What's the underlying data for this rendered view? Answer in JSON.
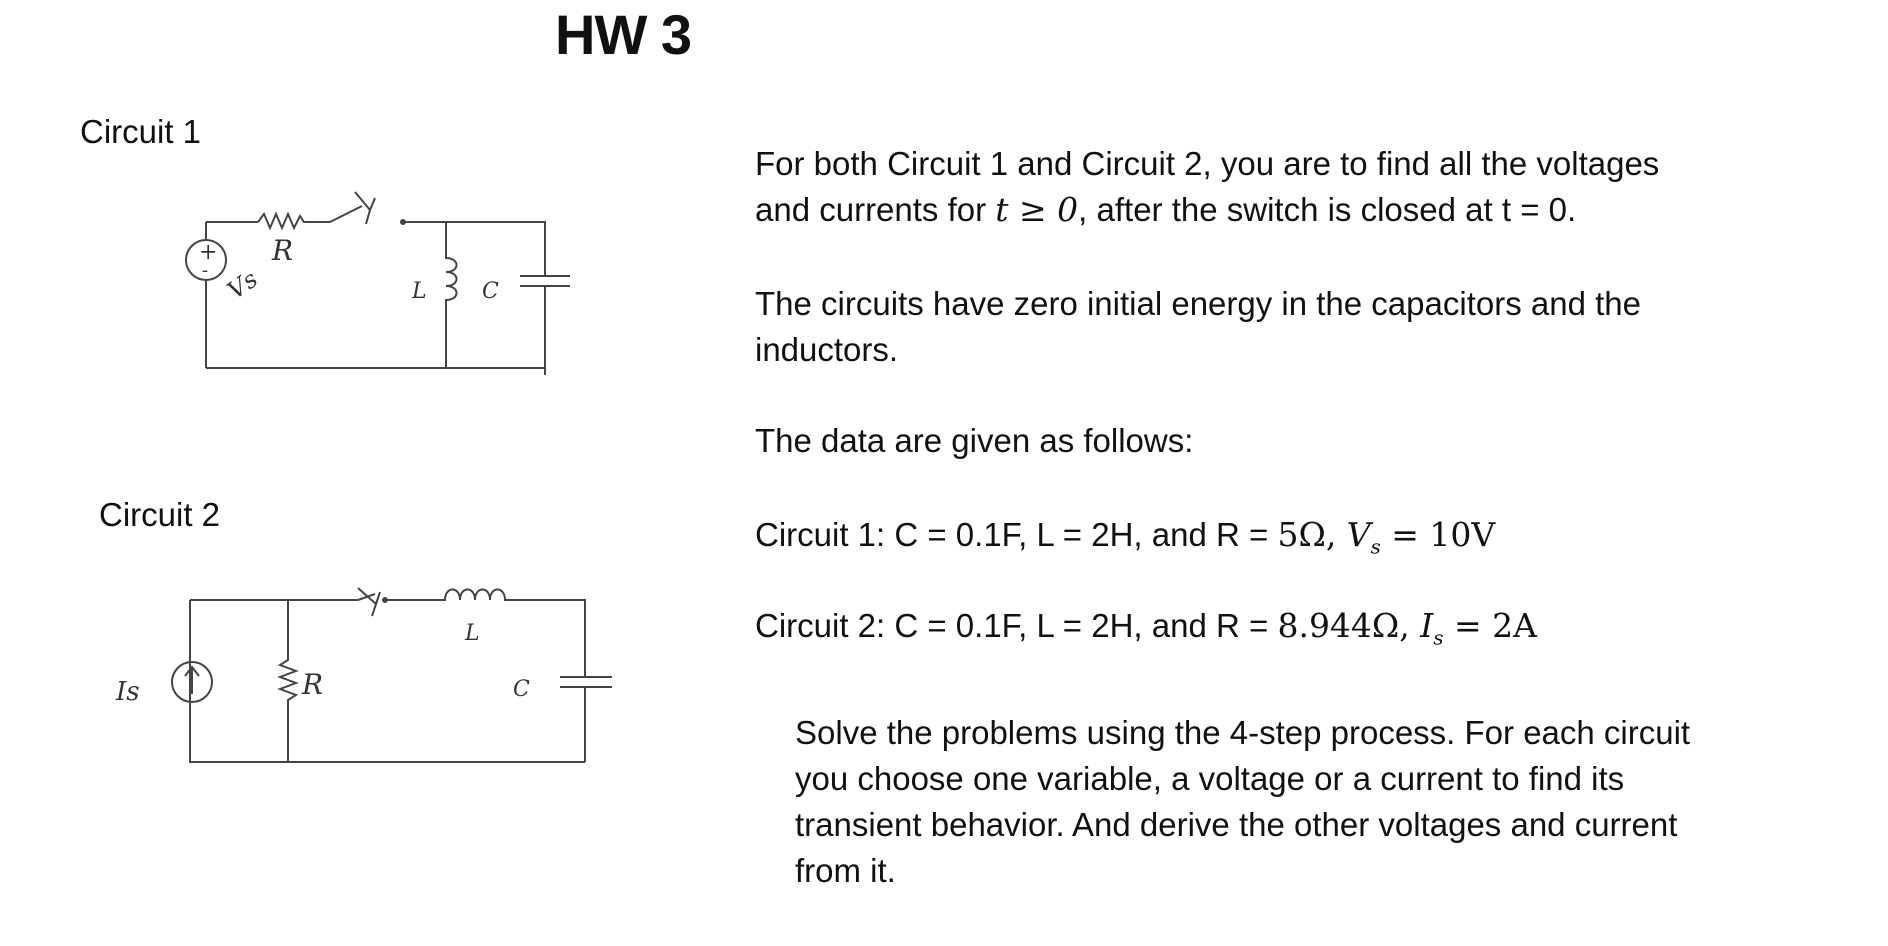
{
  "title": "HW 3",
  "circuit1": {
    "label": "Circuit 1",
    "labels": {
      "R": "R",
      "L": "L",
      "C": "C",
      "Vs": "Vs",
      "plus": "+",
      "minus": "-"
    }
  },
  "circuit2": {
    "label": "Circuit 2",
    "labels": {
      "Is": "Is",
      "R": "R",
      "L": "L",
      "C": "C"
    }
  },
  "text": {
    "p1_a": "For both Circuit 1 and Circuit 2, you are to find all the voltages",
    "p1_b_pre": "and currents for ",
    "p1_b_math": "t ≥ 0",
    "p1_b_post": ", after the switch is closed at t = 0.",
    "p2_a": "The circuits have zero initial energy in the capacitors and the",
    "p2_b": "inductors.",
    "p3": "The data are given as follows:",
    "data1_pre": "Circuit 1: C = 0.1F, L = 2H, and R = ",
    "data1_r": "5Ω",
    "data1_sep": ", ",
    "data1_var": "V",
    "data1_sub": "s",
    "data1_val": " = 10V",
    "data2_pre": "Circuit 2: C = 0.1F, L = 2H, and R = ",
    "data2_r": "8.944Ω",
    "data2_sep": ", ",
    "data2_var": "I",
    "data2_sub": "s",
    "data2_val": " = 2A",
    "p4_a": "Solve the problems using the 4-step process. For each circuit",
    "p4_b": "you choose one variable, a voltage or a current to find its",
    "p4_c": "transient behavior. And derive the other voltages and current",
    "p4_d": "from it."
  }
}
